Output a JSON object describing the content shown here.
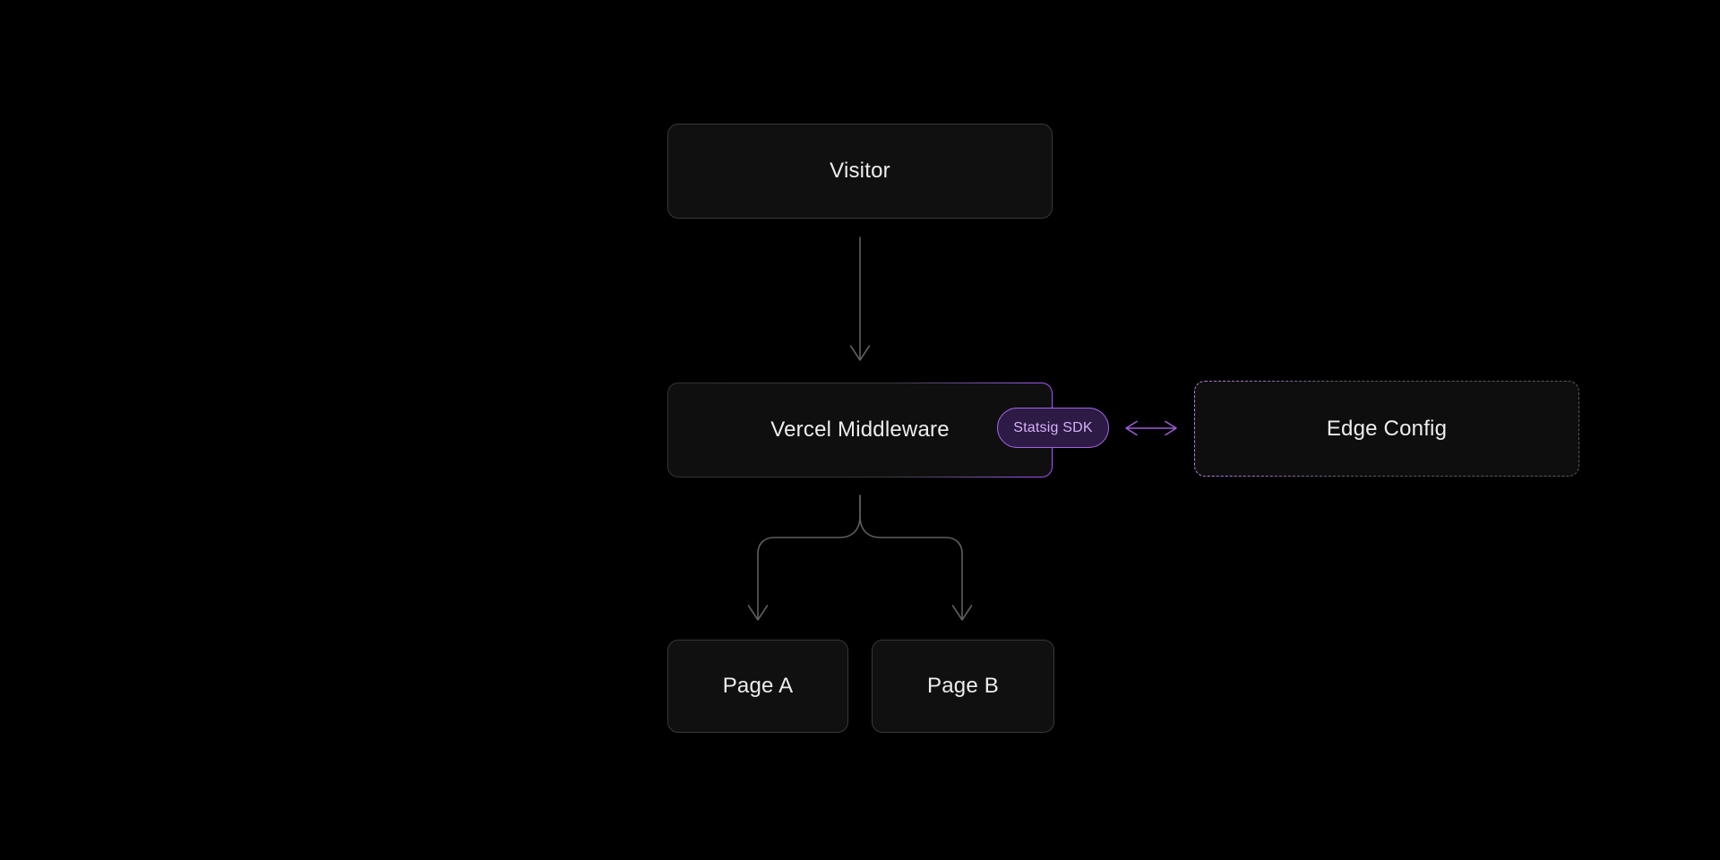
{
  "diagram": {
    "nodes": {
      "visitor": {
        "label": "Visitor"
      },
      "middleware": {
        "label": "Vercel Middleware"
      },
      "sdk_badge": {
        "label": "Statsig SDK"
      },
      "edge_config": {
        "label": "Edge Config"
      },
      "page_a": {
        "label": "Page A"
      },
      "page_b": {
        "label": "Page B"
      }
    },
    "edges": [
      {
        "from": "visitor",
        "to": "middleware",
        "type": "arrow-down"
      },
      {
        "from": "middleware",
        "to": "edge_config",
        "type": "double-arrow"
      },
      {
        "from": "middleware",
        "to": "page_a",
        "type": "fork-arrow"
      },
      {
        "from": "middleware",
        "to": "page_b",
        "type": "fork-arrow"
      }
    ],
    "colors": {
      "background": "#000000",
      "node_fill": "#101010",
      "node_border": "#383838",
      "node_text": "#ededed",
      "arrow_gray": "#5f5f5f",
      "accent_purple": "#a855f7",
      "double_arrow_purple": "#9d5ed6",
      "badge_fill": "#2d1a45",
      "badge_border": "#a164e0",
      "badge_text": "#d5b0f6",
      "edge_config_dash_gray": "#5a5a5a",
      "edge_config_dash_purple": "#b57ce8"
    }
  }
}
